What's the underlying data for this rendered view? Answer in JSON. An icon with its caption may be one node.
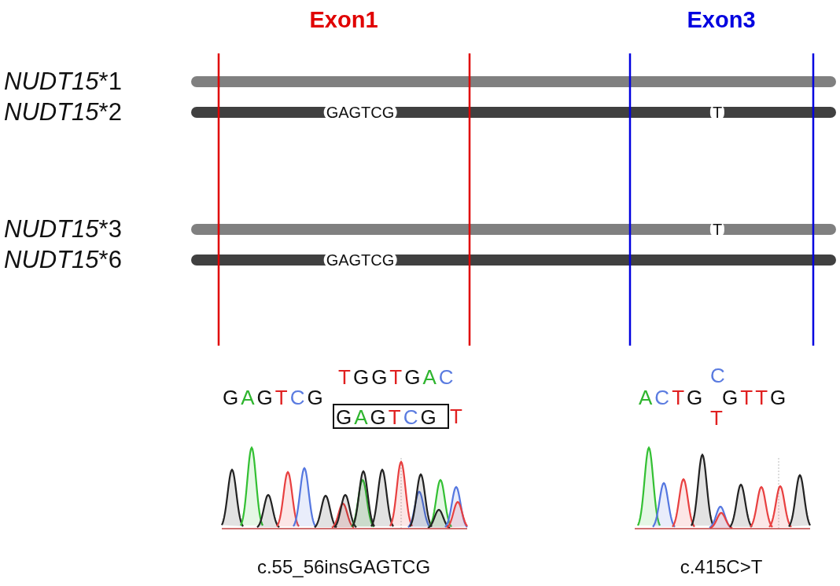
{
  "diagram": {
    "nodes": [
      {
        "text": [],
        "shape": "bar",
        "beside": [
          "NUDT15*1"
        ]
      },
      {
        "text": [
          "GAGTCG",
          "T"
        ],
        "beside": [
          "NUDT15*2"
        ]
      },
      {
        "text": [
          "T"
        ],
        "beside": [
          "NUDT15*3"
        ]
      },
      {
        "text": [
          "GAGTCG"
        ],
        "beside": [
          "NUDT15*6"
        ]
      },
      {
        "text": [
          "GAGTCG"
        ]
      }
    ],
    "labels": [
      "Exon1",
      "Exon3",
      "TGGTGAC",
      "C",
      "GAGTCG",
      "ACTG",
      "GTTG",
      "T",
      "T",
      "c.55_56insGAGTCG",
      "c.415C>T"
    ]
  }
}
